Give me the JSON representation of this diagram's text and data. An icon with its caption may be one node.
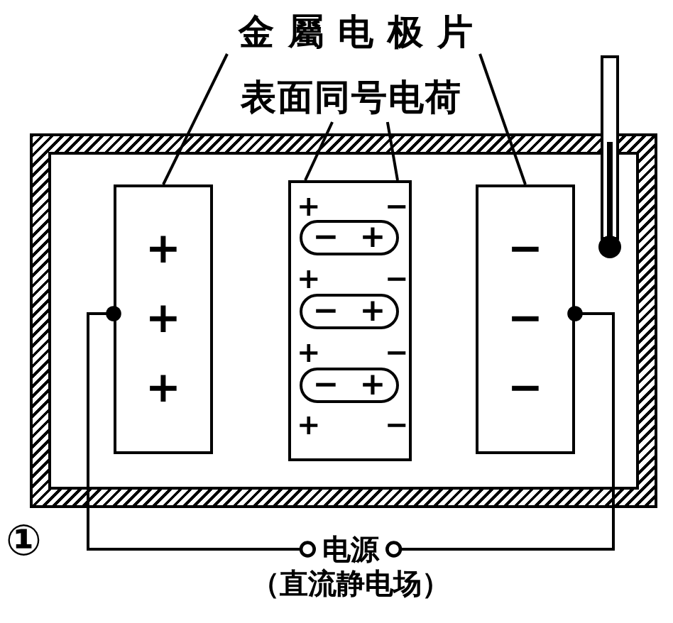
{
  "diagram": {
    "nodes": [
      {
        "text": [
          "金屬电极片"
        ]
      },
      {
        "text": [
          "表面同号电荷"
        ]
      },
      {
        "text": [],
        "shape": "box"
      },
      {
        "text": [
          "+",
          "+",
          "+"
        ],
        "in": 2
      },
      {
        "text": [
          "+",
          "−",
          "+",
          "−",
          "+",
          "−",
          "+",
          "−"
        ],
        "in": 2
      },
      {
        "text": [
          "−",
          "+"
        ],
        "in": 4
      },
      {
        "text": [
          "−",
          "+"
        ],
        "in": 4
      },
      {
        "text": [
          "−",
          "+"
        ],
        "in": 4
      },
      {
        "text": [
          "−",
          "−",
          "−"
        ],
        "in": 2
      },
      {
        "text": [
          "电源"
        ],
        "beside": [
          "（直流静电场）"
        ]
      }
    ],
    "edges": [
      {
        "from": 0,
        "to": 3,
        "arrow": "none"
      },
      {
        "from": 0,
        "to": 8,
        "arrow": "none"
      },
      {
        "from": 1,
        "to": 4,
        "arrow": "none"
      },
      {
        "from": 1,
        "to": 4,
        "arrow": "none"
      },
      {
        "from": 3,
        "to": 9,
        "arrow": "other"
      },
      {
        "from": 8,
        "to": 9,
        "arrow": "other"
      }
    ],
    "labels": [
      "①"
    ]
  }
}
